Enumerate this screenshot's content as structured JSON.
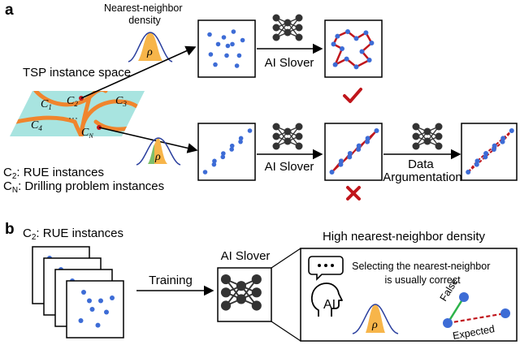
{
  "panel_a": {
    "label": "a",
    "density_label": "Nearest-neighbor\ndensity",
    "instance_space_label": "TSP instance space",
    "clusters": [
      "C1",
      "C2",
      "C3",
      "C4",
      "CN"
    ],
    "ellipsis": "···",
    "solver_label_top": "AI Slover",
    "solver_label_bottom": "AI Slover",
    "augmentation_label": "Data\nArgumentation",
    "rho": "ρ",
    "legend_c2": "C2: RUE instances",
    "legend_cn": "CN: Drilling problem instances",
    "success_mark": "check-mark",
    "fail_mark": "cross-mark"
  },
  "panel_b": {
    "label": "b",
    "title": "C2: RUE instances",
    "training_label": "Training",
    "solver_label": "AI Slover",
    "density_title": "High nearest-neighbor density",
    "speech_text": "Selecting the nearest-neighbor\nis usually correct",
    "ai_label": "AI",
    "rho": "ρ",
    "false_label": "False",
    "expected_label": "Expected"
  },
  "colors": {
    "point": "#3d6cd6",
    "tour": "#c0161c",
    "parallelogram": "#a8e4e0",
    "boundary": "#f0852d",
    "density_fill_orange": "#f7b54a",
    "density_fill_green": "#7fbf6a",
    "curve": "#2a3f9e",
    "false_edge": "#2db34a"
  }
}
